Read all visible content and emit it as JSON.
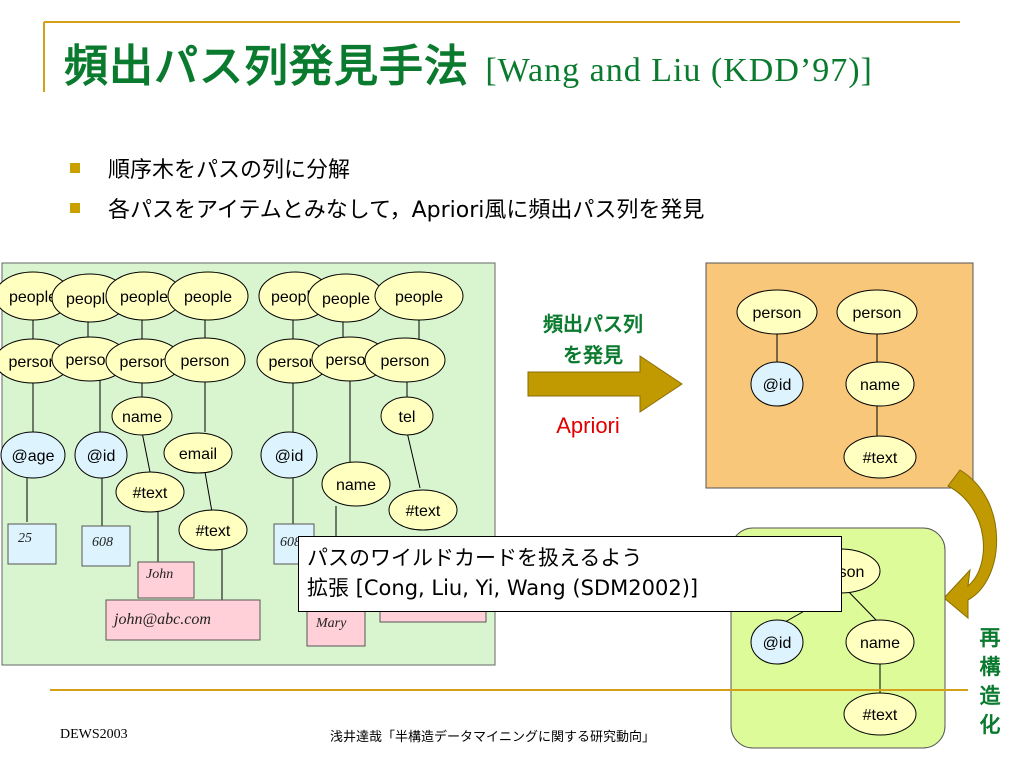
{
  "slide": {
    "title_jp": "頻出パス列発見手法",
    "title_ref": "[Wang and Liu (KDD’97)]",
    "bullets": [
      "順序木をパスの列に分解",
      "各パスをアイテムとみなして，Apriori風に頻出パス列を発見"
    ],
    "arrow_label_line1": "頻出パス列",
    "arrow_label_line2": "を発見",
    "apriori_label": "Apriori",
    "callout_line1": "パスのワイルドカードを扱えるよう",
    "callout_line2": "拡張 [Cong, Liu, Yi, Wang (SDM2002)]",
    "vertical_label": "再構造化",
    "footer_left": "DEWS2003",
    "footer_center": "浅井達哉「半構造データマイニングに関する研究動向」"
  },
  "colors": {
    "title": "#0a7a2e",
    "bullet": "#c8a000",
    "left_panel_bg": "#d9f5d0",
    "right_panel_bg": "#f8c77a",
    "bottom_panel_bg": "#ddfb98",
    "node_yellow": "#ffffc0",
    "node_blue": "#ddf4ff",
    "text_box_blue": "#ddf4ff",
    "text_box_pink": "#ffd0d8",
    "arrow_gold": "#c09a00",
    "footer_line": "#d4a017",
    "apriori_red": "#e00000"
  },
  "diagram": {
    "left_tree": {
      "people_labels": [
        "people",
        "people",
        "people",
        "people",
        "people",
        "people",
        "people"
      ],
      "person_labels": [
        "person",
        "person",
        "person",
        "person",
        "person",
        "person",
        "person"
      ],
      "mid_labels": [
        "name",
        "tel",
        "@age",
        "@id",
        "email",
        "@id",
        "name",
        "#text",
        "#text",
        "#text"
      ],
      "values": [
        "25",
        "608",
        "John",
        "john@abc.com",
        "608",
        "Mary"
      ]
    },
    "right_top": {
      "col1": [
        "person",
        "@id"
      ],
      "col2": [
        "person",
        "name",
        "#text"
      ]
    },
    "right_bottom": {
      "root": "person",
      "children": [
        "@id",
        "name"
      ],
      "leaf": "#text"
    }
  }
}
